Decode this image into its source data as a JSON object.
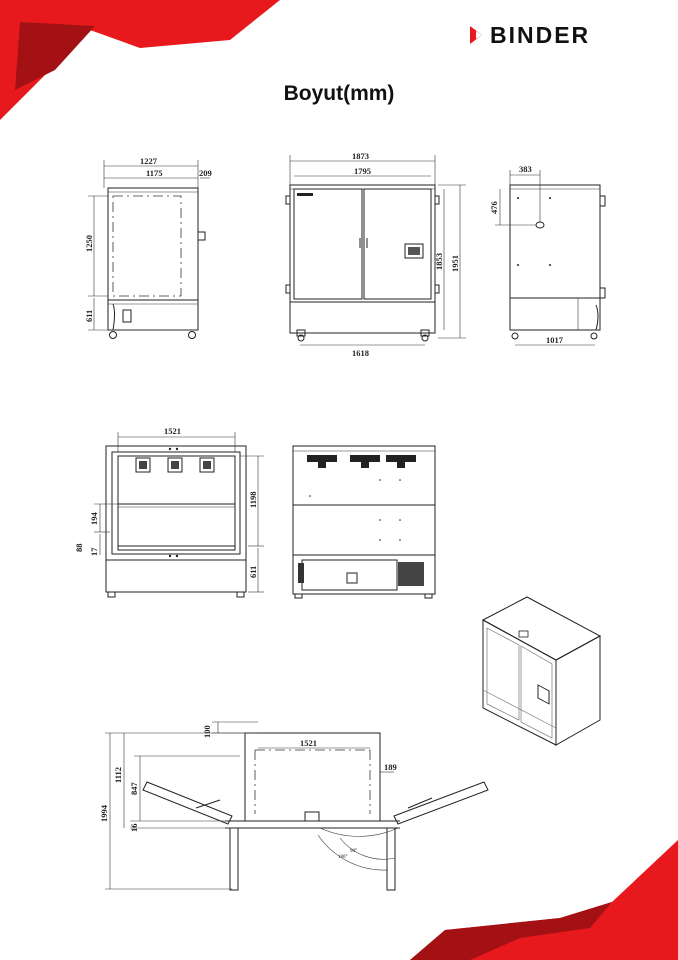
{
  "header": {
    "brand": "BINDER",
    "title": "Boyut(mm)"
  },
  "colors": {
    "brand_red": "#e8191c",
    "dark_red": "#9e1014",
    "line": "#222222"
  },
  "icons": [
    "binder-logo-icon"
  ],
  "views": {
    "side_left": {
      "d1": "1227",
      "d2": "1175",
      "d3": "209",
      "d4": "1250",
      "d5": "611"
    },
    "front": {
      "d1": "1873",
      "d2": "1795",
      "d3": "1853",
      "d4": "1951",
      "d5": "1618"
    },
    "side_right": {
      "d1": "383",
      "d2": "476",
      "d3": "1017"
    },
    "front_open": {
      "d1": "1521",
      "d2": "1198",
      "d3": "194",
      "d4": "88",
      "d5": "17",
      "d6": "611"
    },
    "top_view": {
      "d1": "100",
      "d2": "1521",
      "d3": "189",
      "d4": "1112",
      "d5": "847",
      "d6": "1994",
      "d7": "16"
    }
  }
}
